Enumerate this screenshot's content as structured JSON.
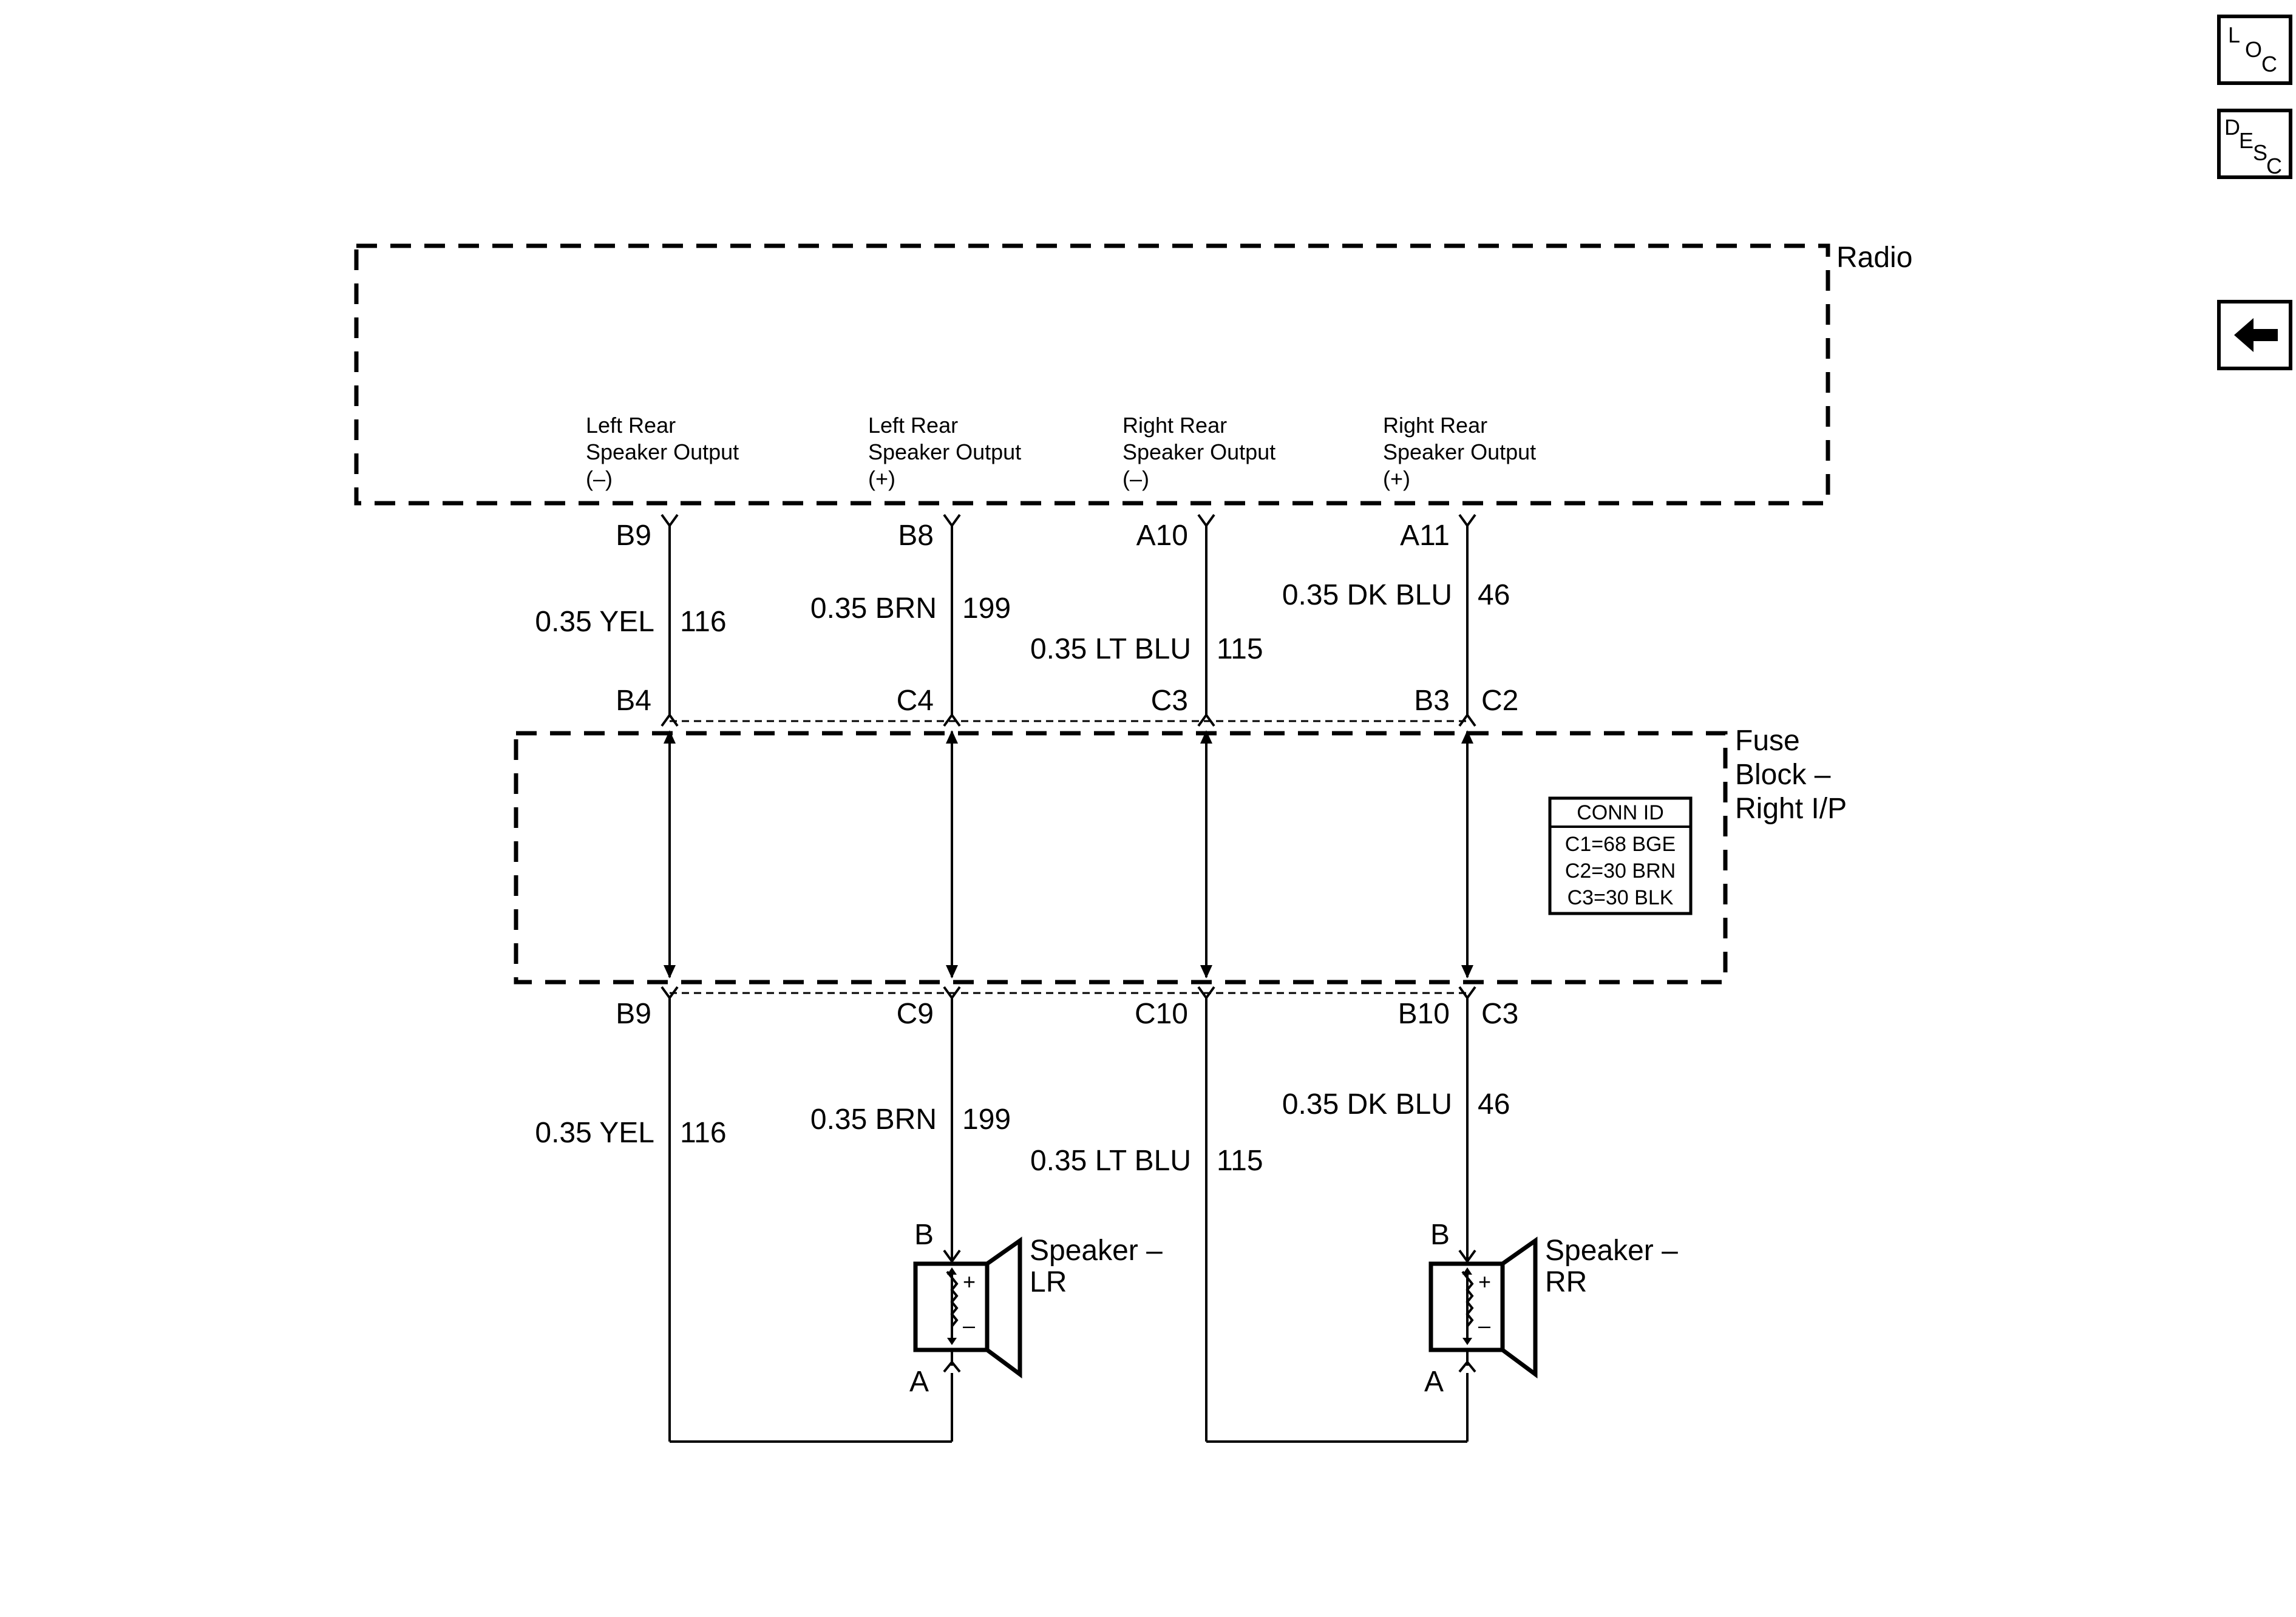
{
  "nav": {
    "loc": {
      "l": "L",
      "o": "O",
      "c": "C"
    },
    "desc": {
      "d": "D",
      "e": "E",
      "s": "S",
      "c": "C"
    }
  },
  "radio": {
    "title": "Radio",
    "outputs": [
      {
        "line1": "Left Rear",
        "line2": "Speaker Output",
        "line3": "(–)"
      },
      {
        "line1": "Left Rear",
        "line2": "Speaker Output",
        "line3": "(+)"
      },
      {
        "line1": "Right Rear",
        "line2": "Speaker Output",
        "line3": "(–)"
      },
      {
        "line1": "Right Rear",
        "line2": "Speaker Output",
        "line3": "(+)"
      }
    ],
    "pins": [
      "B9",
      "B8",
      "A10",
      "A11"
    ]
  },
  "upper_wires": [
    {
      "gauge_color": "0.35 YEL",
      "circuit": "116"
    },
    {
      "gauge_color": "0.35 BRN",
      "circuit": "199"
    },
    {
      "gauge_color": "0.35 LT BLU",
      "circuit": "115"
    },
    {
      "gauge_color": "0.35 DK BLU",
      "circuit": "46"
    }
  ],
  "fuse_block": {
    "title_line1": "Fuse",
    "title_line2": "Block –",
    "title_line3": "Right I/P",
    "top_pins": [
      "B4",
      "C4",
      "C3",
      "B3"
    ],
    "top_conn_right": "C2",
    "bottom_pins": [
      "B9",
      "C9",
      "C10",
      "B10"
    ],
    "bottom_conn_right": "C3",
    "conn_id": {
      "header": "CONN ID",
      "rows": [
        "C1=68 BGE",
        "C2=30 BRN",
        "C3=30 BLK"
      ]
    }
  },
  "lower_wires": [
    {
      "gauge_color": "0.35 YEL",
      "circuit": "116"
    },
    {
      "gauge_color": "0.35 BRN",
      "circuit": "199"
    },
    {
      "gauge_color": "0.35 LT BLU",
      "circuit": "115"
    },
    {
      "gauge_color": "0.35 DK BLU",
      "circuit": "46"
    }
  ],
  "speakers": [
    {
      "name_line1": "Speaker –",
      "name_line2": "LR",
      "pin_top": "B",
      "pin_bottom": "A",
      "plus": "+",
      "minus": "–"
    },
    {
      "name_line1": "Speaker –",
      "name_line2": "RR",
      "pin_top": "B",
      "pin_bottom": "A",
      "plus": "+",
      "minus": "–"
    }
  ]
}
